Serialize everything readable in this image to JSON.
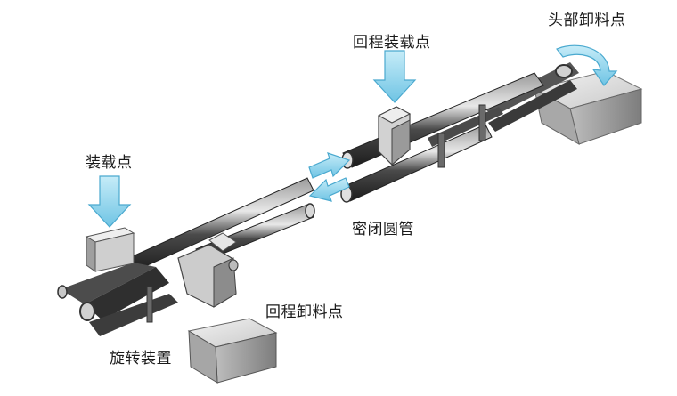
{
  "labels": {
    "loading_point": "装载点",
    "return_loading_point": "回程装载点",
    "head_unloading_point": "头部卸料点",
    "closed_tube": "密闭圆管",
    "return_unloading_point": "回程卸料点",
    "rotating_device": "旋转装置"
  },
  "colors": {
    "arrow": "#8fd3ec",
    "arrow_stroke": "#4aa9cf",
    "belt_dark": "#2b2b2b",
    "belt_mid": "#5a5a5a",
    "box_light": "#d9d9d9",
    "box_dark": "#8a8a8a"
  },
  "icons": [
    "down-arrow-icon",
    "right-arrow-icon",
    "left-arrow-icon",
    "curved-arrow-icon"
  ]
}
